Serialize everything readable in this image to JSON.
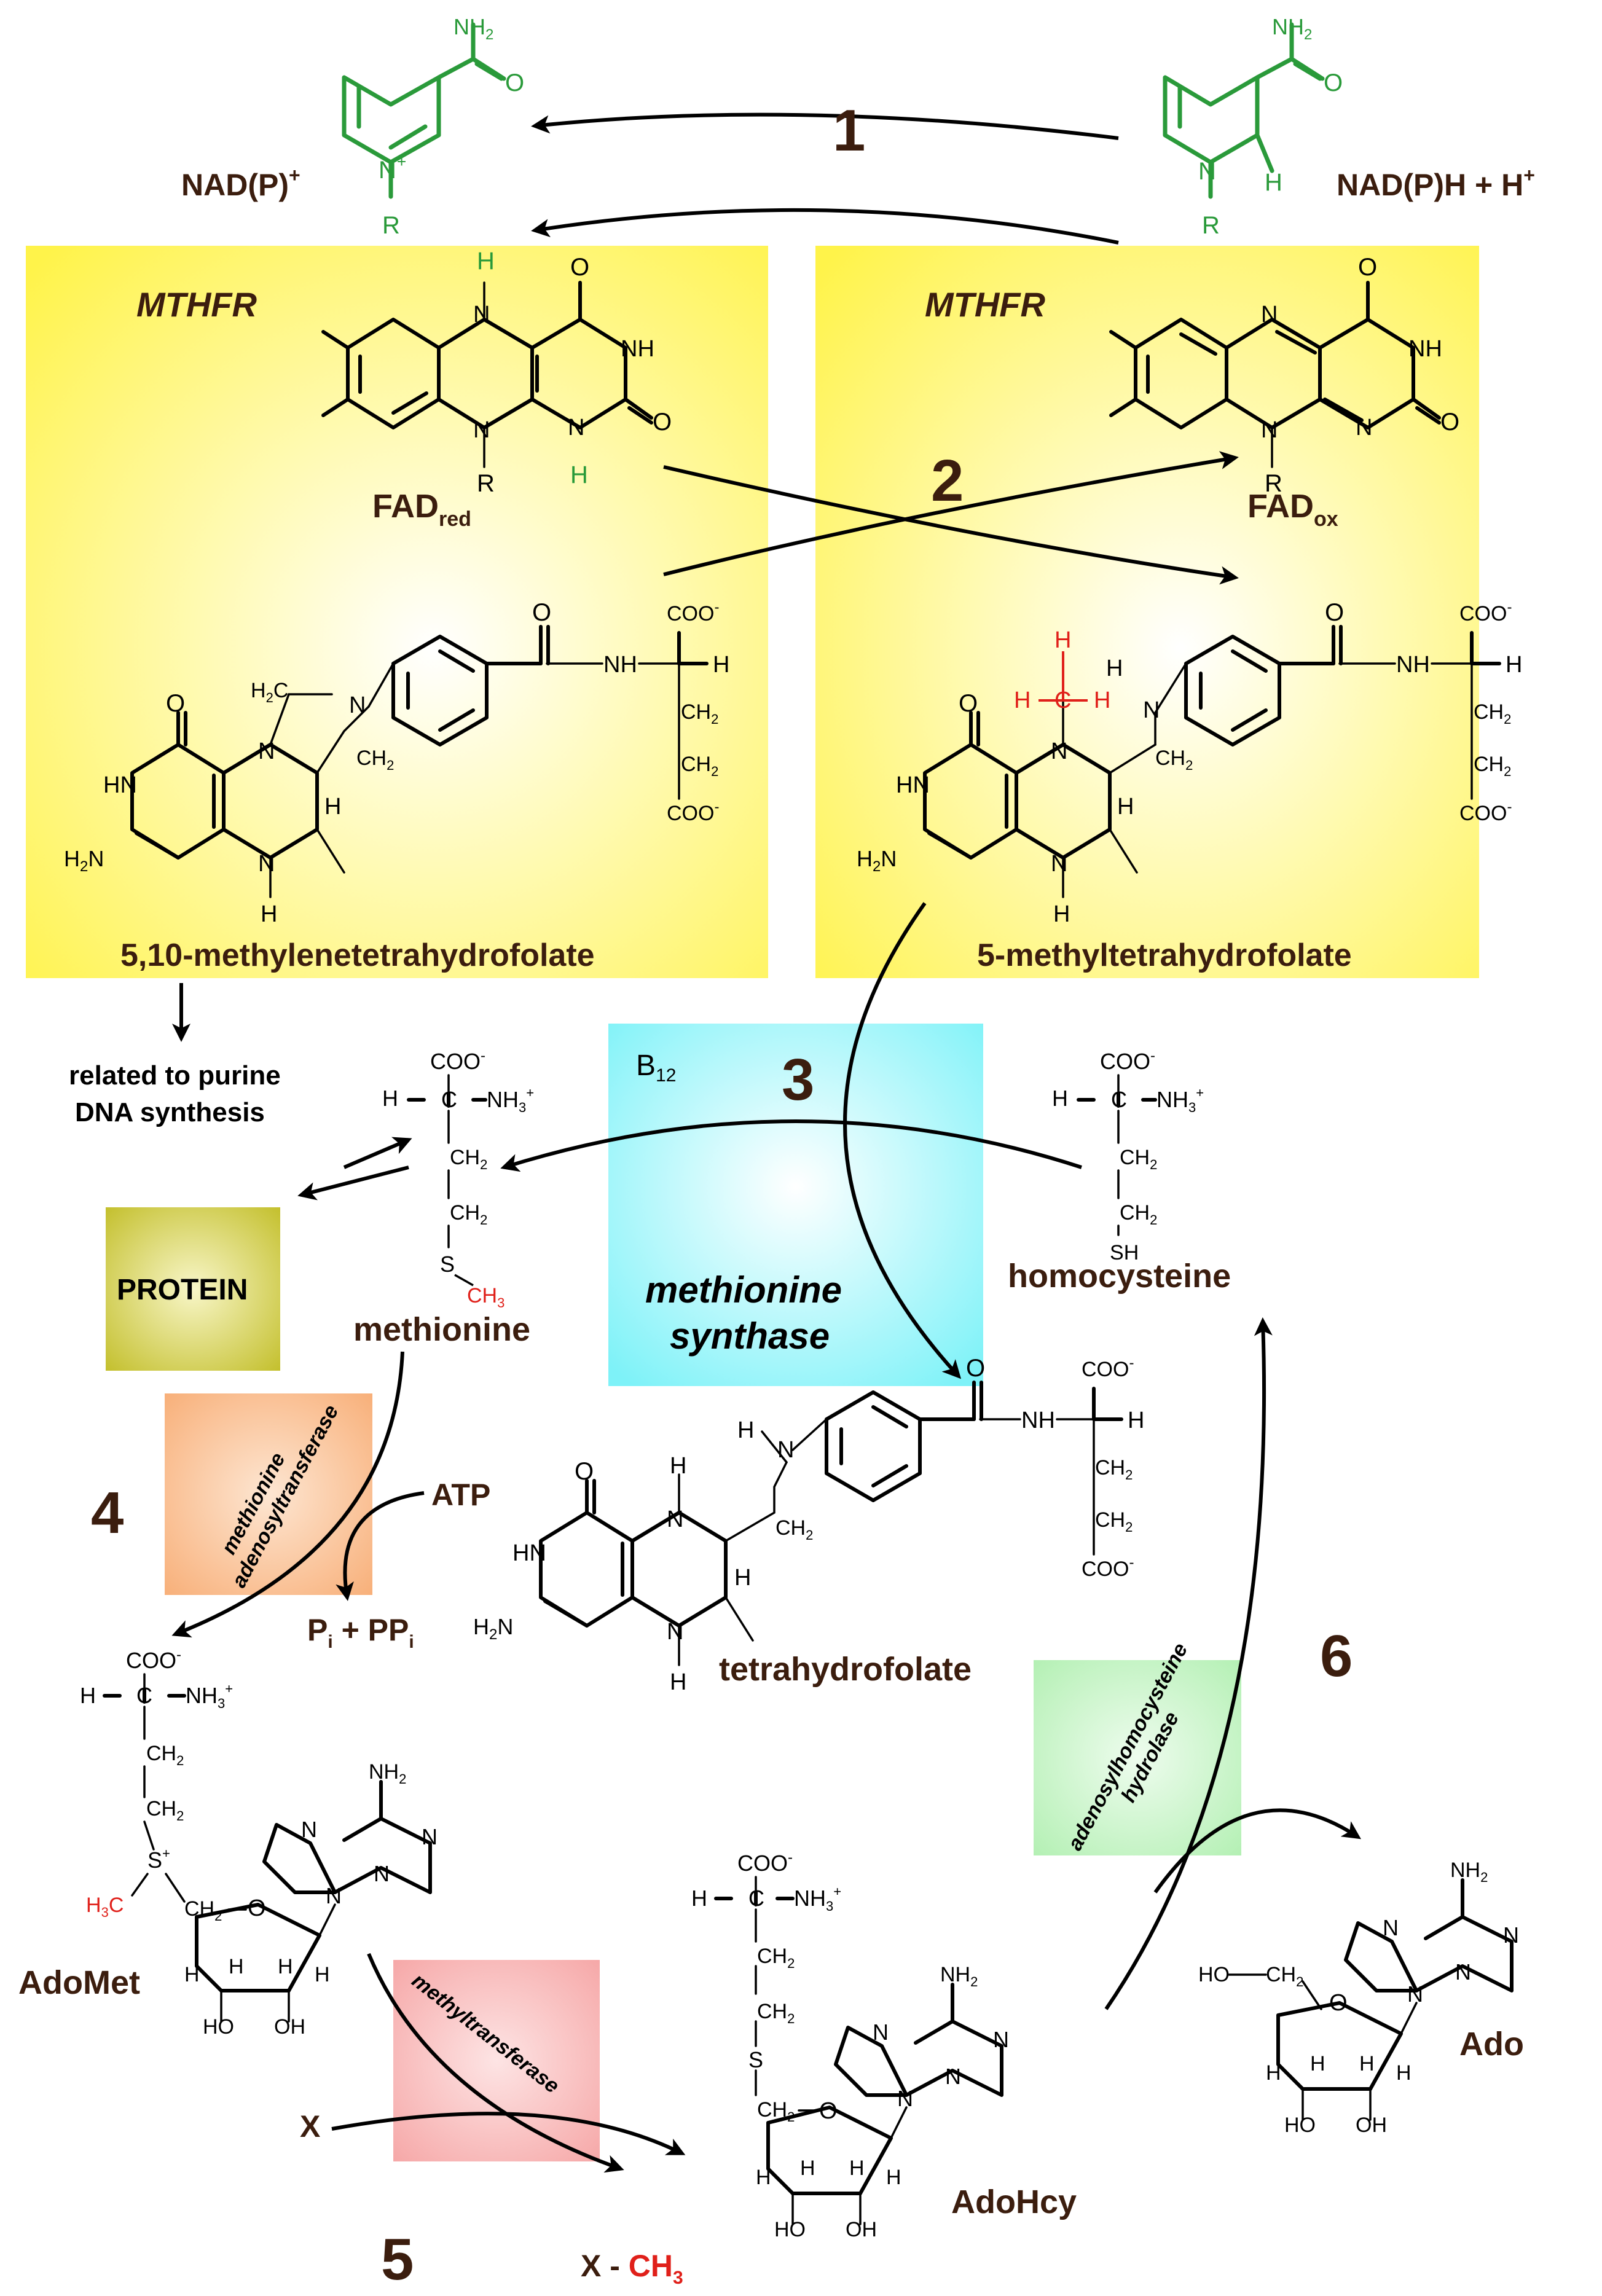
{
  "colors": {
    "mthfr_box": "#fff34a",
    "synthase_box": "#7ef2f8",
    "protein_box": "#c4c02e",
    "adenosyltransferase_box": "#f8b07a",
    "methyltransferase_box": "#f6a8a8",
    "hydrolase_box": "#b4f0b4",
    "step_number": "#3b1d0e",
    "nicotinamide": "#2a9a3a",
    "methyl_red": "#e0201a"
  },
  "steps": [
    "1",
    "2",
    "3",
    "4",
    "5",
    "6"
  ],
  "cofactors": {
    "nad_ox": "NAD(P)",
    "nad_ox_sup": "+",
    "nad_red": "NAD(P)H + H",
    "nad_red_sup": "+",
    "fad_red": "FAD",
    "fad_red_sub": "red",
    "fad_ox": "FAD",
    "fad_ox_sub": "ox",
    "b12": "B",
    "b12_sub": "12"
  },
  "enzymes": {
    "mthfr_left": "MTHFR",
    "mthfr_right": "MTHFR",
    "synthase_line1": "methionine",
    "synthase_line2": "synthase",
    "adenosyltransferase_line1": "methionine",
    "adenosyltransferase_line2": "adenosyltransferase",
    "methyltransferase": "methyltransferase",
    "hydrolase_line1": "adenosylhomocysteine",
    "hydrolase_line2": "hydrolase"
  },
  "compounds": {
    "methylene_thf": "5,10-methylenetetrahydrofolate",
    "methyl_thf": "5-methyltetrahydrofolate",
    "thf": "tetrahydrofolate",
    "methionine": "methionine",
    "homocysteine": "homocysteine",
    "adomet": "AdoMet",
    "adohcy": "AdoHcy",
    "ado": "Ado",
    "protein": "PROTEIN",
    "purine_line1": "related to purine",
    "purine_line2": "DNA synthesis",
    "atp": "ATP",
    "pi": "P",
    "pi_sub": "i",
    "ppi": " + PP",
    "ppi_sub": "i",
    "x": "X",
    "x_methyl_prefix": "X - ",
    "x_methyl_group": "CH",
    "x_methyl_sub": "3"
  },
  "atoms": {
    "nh2": "NH",
    "nh2_sub": "2",
    "o": "O",
    "n": "N",
    "h": "H",
    "r": "R",
    "nh": "NH",
    "hn": "HN",
    "c": "C",
    "s": "S",
    "coo": "COO",
    "coo_sup": "-",
    "nh3": "NH",
    "nh3_sub": "3",
    "nh3_sup": "+",
    "ch2": "CH",
    "ch2_sub": "2",
    "ch3": "CH",
    "ch3_sub": "3",
    "h3c": "H",
    "h3c_sub": "3",
    "h3c_c": "C",
    "h2n": "H",
    "h2n_sub": "2",
    "h2n_n": "N",
    "h2c": "H",
    "h2c_sub": "2",
    "h2c_c": "C",
    "ho": "HO",
    "oh": "OH",
    "s_plus": "S",
    "s_plus_sup": "+",
    "n_plus_sup": "+"
  }
}
